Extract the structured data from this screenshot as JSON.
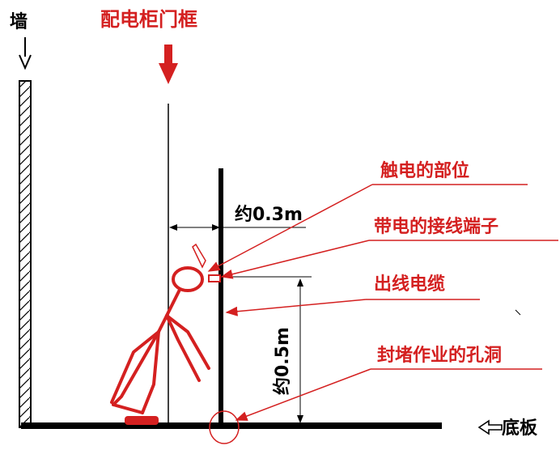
{
  "labels": {
    "wall": "墙",
    "door_frame": "配电柜门框",
    "floor": "底板",
    "dim_horizontal": "约0.3m",
    "dim_vertical": "约0.5m"
  },
  "callouts": [
    {
      "id": "shock-point",
      "text": "触电的部位"
    },
    {
      "id": "live-terminal",
      "text": "带电的接线端子"
    },
    {
      "id": "outgoing-cable",
      "text": "出线电缆"
    },
    {
      "id": "sealing-hole",
      "text": "封堵作业的孔洞"
    }
  ],
  "colors": {
    "annotation": "#d42020",
    "structure": "#000000",
    "background": "#ffffff"
  }
}
